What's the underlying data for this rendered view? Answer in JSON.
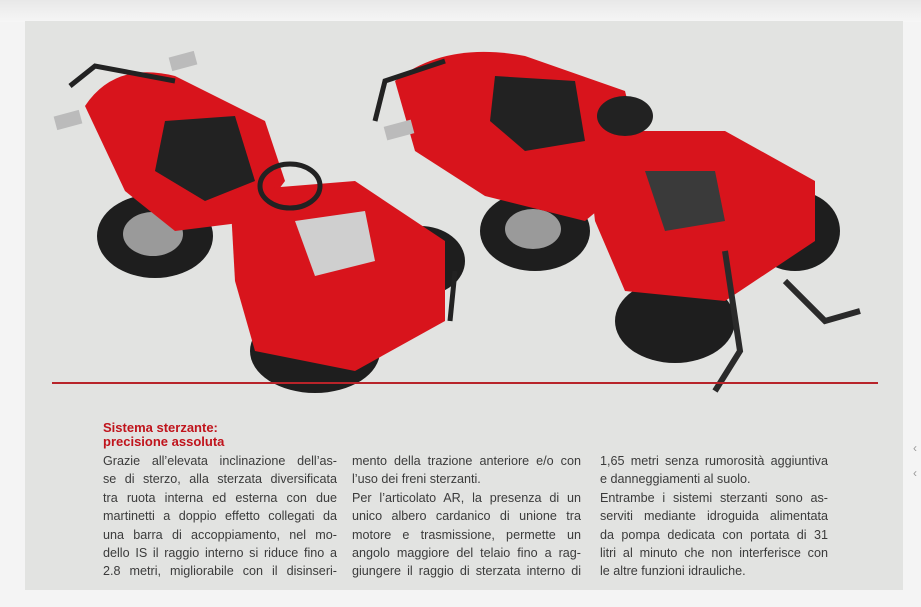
{
  "article": {
    "heading": [
      "Sistema sterzante:",
      "precisione assoluta"
    ],
    "columns": [
      [
        "Grazie all’elevata inclinazione dell’as-",
        "se di sterzo, alla sterzata diversificata",
        "tra ruota interna ed esterna con due",
        "martinetti a doppio effetto collegati da",
        "una barra di accoppiamento, nel mo-",
        "dello IS il raggio interno si riduce fino a",
        "2.8 metri, migliorabile con il disinseri-"
      ],
      [
        "mento della trazione anteriore e/o con",
        "l’uso dei freni sterzanti.",
        "Per l’articolato AR, la presenza di un",
        "unico albero cardanico di unione tra",
        "motore e trasmissione, permette un",
        "angolo maggiore del telaio fino a rag-",
        "giungere il raggio di sterzata interno di"
      ],
      [
        "1,65 metri senza rumorosità aggiuntiva",
        "e danneggiamenti al suolo.",
        "Entrambe i sistemi sterzanti sono as-",
        "serviti mediante idroguida alimentata",
        "da pompa dedicata con portata di 31",
        "litri al minuto che non interferisce con",
        "le altre funzioni idrauliche."
      ]
    ]
  },
  "colors": {
    "accent": "#c0141c",
    "rule": "#b8242a",
    "page": "#e2e3e1",
    "tractor": "#d8141c"
  }
}
